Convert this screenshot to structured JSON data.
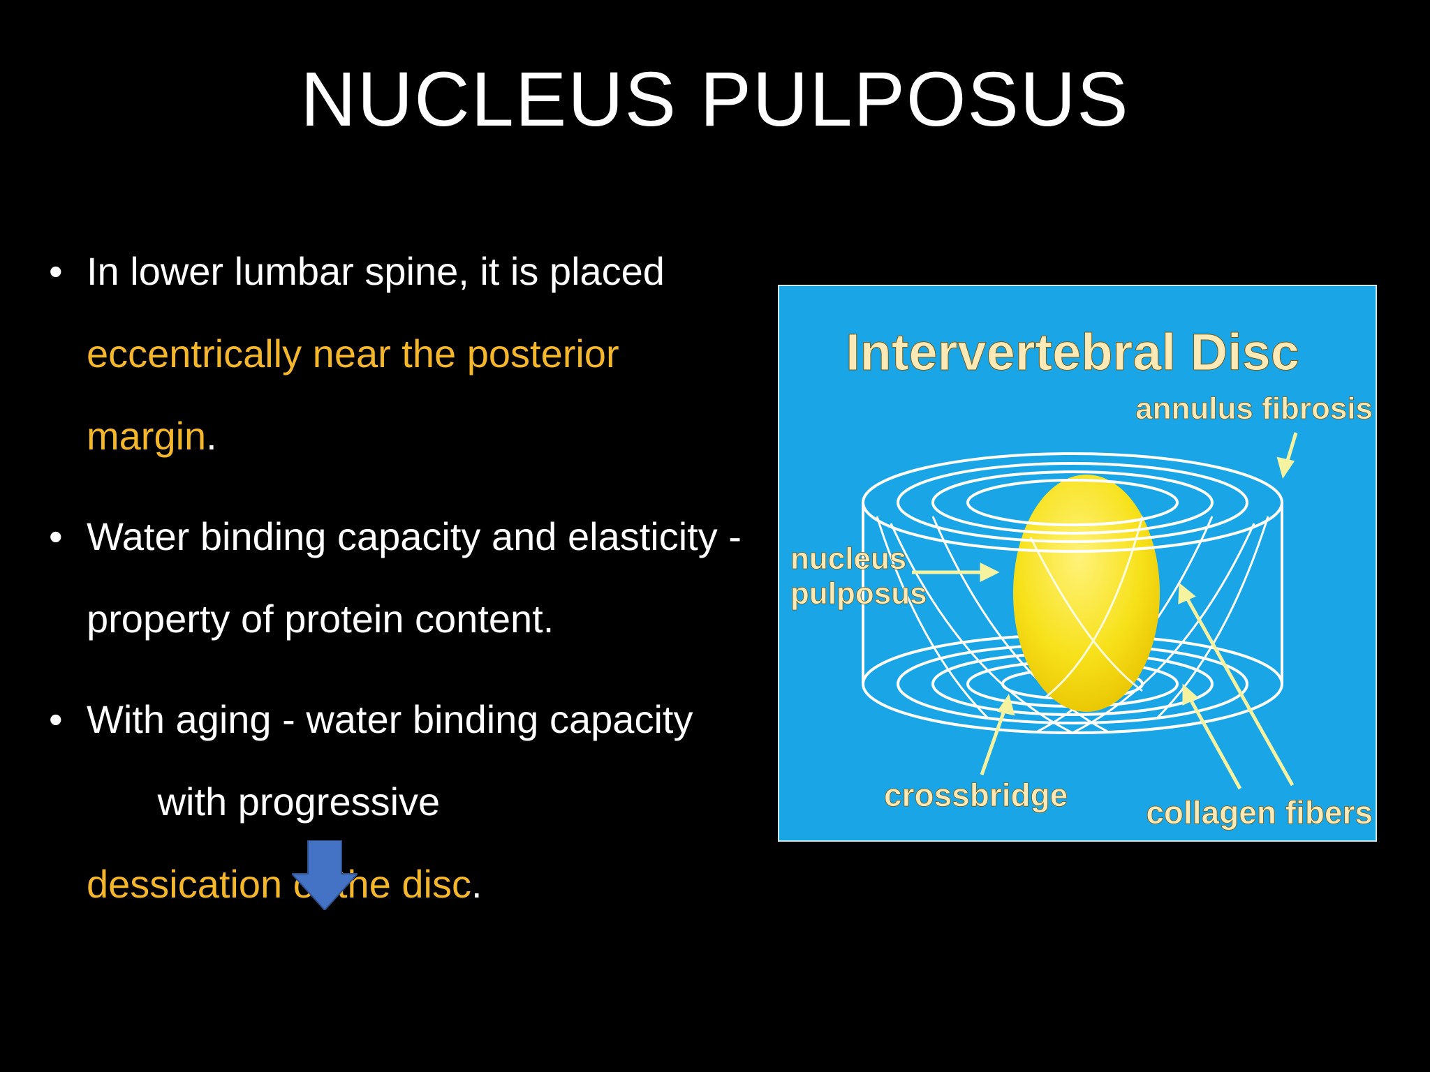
{
  "slide": {
    "title": "NUCLEUS PULPOSUS",
    "bullets": [
      {
        "text_1": "In lower lumbar spine, it is placed",
        "highlight": "eccentrically near the posterior margin",
        "text_2": "."
      },
      {
        "text": "Water binding capacity and elasticity - property of protein content."
      },
      {
        "text_1": "With aging - water binding capacity",
        "text_2": "with progressive",
        "highlight": "dessication of the disc",
        "text_3": "."
      }
    ],
    "arrow_icon": "down-arrow-icon",
    "colors": {
      "background": "#000000",
      "text": "#ffffff",
      "highlight": "#f4b62a",
      "arrow": "#4472c4",
      "figure_background": "#1aa6e6",
      "nucleus": "#f7e11a"
    }
  },
  "figure": {
    "title": "Intervertebral Disc",
    "labels": {
      "annulus": "annulus fibrosis",
      "nucleus_1": "nucleus",
      "nucleus_2": "pulposus",
      "crossbridge": "crossbridge",
      "collagen": "collagen fibers"
    }
  }
}
